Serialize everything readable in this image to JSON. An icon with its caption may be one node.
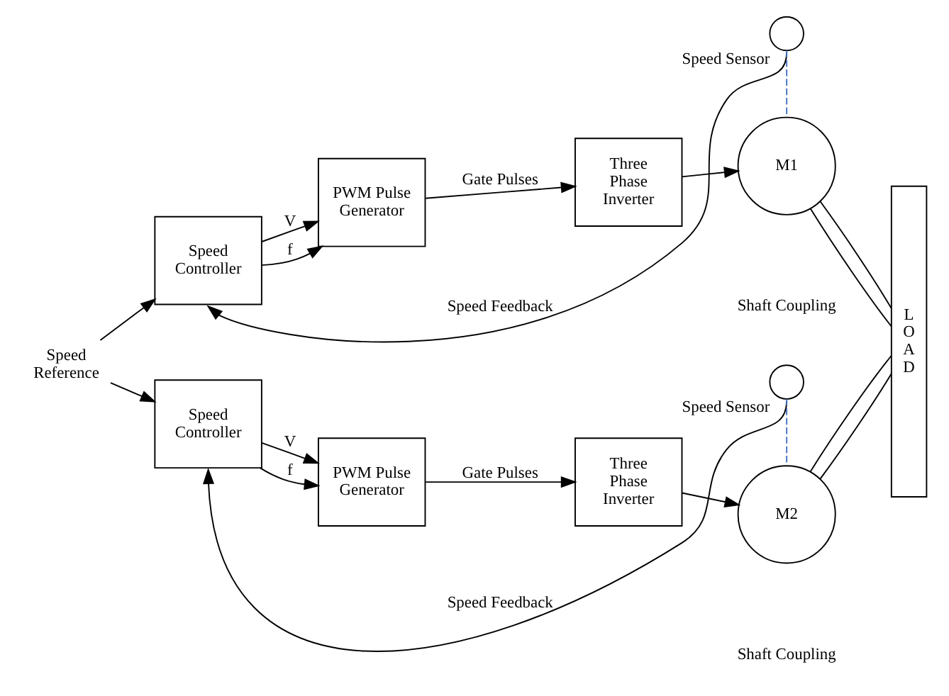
{
  "diagram": {
    "nodes": [
      {
        "text": [
          "Speed Reference"
        ]
      },
      {
        "text": [
          "Speed Controller"
        ]
      },
      {
        "text": [
          "PWM Pulse Generator"
        ]
      },
      {
        "text": [
          "Three Phase Inverter"
        ]
      },
      {
        "text": [
          "M1"
        ]
      },
      {
        "text": [],
        "shape": "circle",
        "beside": [
          "Speed Sensor"
        ]
      },
      {
        "text": [
          "Speed Controller"
        ]
      },
      {
        "text": [
          "PWM Pulse Generator"
        ]
      },
      {
        "text": [
          "Three Phase Inverter"
        ]
      },
      {
        "text": [
          "M2"
        ]
      },
      {
        "text": [],
        "shape": "circle",
        "beside": [
          "Speed Sensor"
        ]
      },
      {
        "text": [
          "L O A D"
        ]
      }
    ],
    "edges": [
      {
        "from": 0,
        "to": 1,
        "arrow": "to"
      },
      {
        "from": 0,
        "to": 6,
        "arrow": "to"
      },
      {
        "from": 1,
        "to": 2,
        "label": "V",
        "arrow": "to"
      },
      {
        "from": 1,
        "to": 2,
        "label": "f",
        "arrow": "to"
      },
      {
        "from": 2,
        "to": 3,
        "label": "Gate Pulses",
        "arrow": "to"
      },
      {
        "from": 3,
        "to": 4,
        "arrow": "to"
      },
      {
        "from": 4,
        "to": 11,
        "arrow": "none"
      },
      {
        "from": 4,
        "to": 11,
        "arrow": "none"
      },
      {
        "from": 5,
        "to": 4,
        "arrow": "none",
        "style": "dashed",
        "color": "#4472c4"
      },
      {
        "from": 5,
        "to": 1,
        "label": "Speed Feedback",
        "arrow": "to"
      },
      {
        "from": 6,
        "to": 7,
        "label": "V",
        "arrow": "to"
      },
      {
        "from": 6,
        "to": 7,
        "label": "f",
        "arrow": "to"
      },
      {
        "from": 7,
        "to": 8,
        "label": "Gate Pulses",
        "arrow": "to"
      },
      {
        "from": 8,
        "to": 9,
        "arrow": "to"
      },
      {
        "from": 9,
        "to": 11,
        "arrow": "none"
      },
      {
        "from": 9,
        "to": 11,
        "arrow": "none"
      },
      {
        "from": 10,
        "to": 9,
        "arrow": "none",
        "style": "dashed",
        "color": "#4472c4"
      },
      {
        "from": 10,
        "to": 6,
        "label": "Speed Feedback",
        "arrow": "to"
      }
    ],
    "labels": [
      "Shaft Coupling",
      "Shaft Coupling"
    ]
  }
}
